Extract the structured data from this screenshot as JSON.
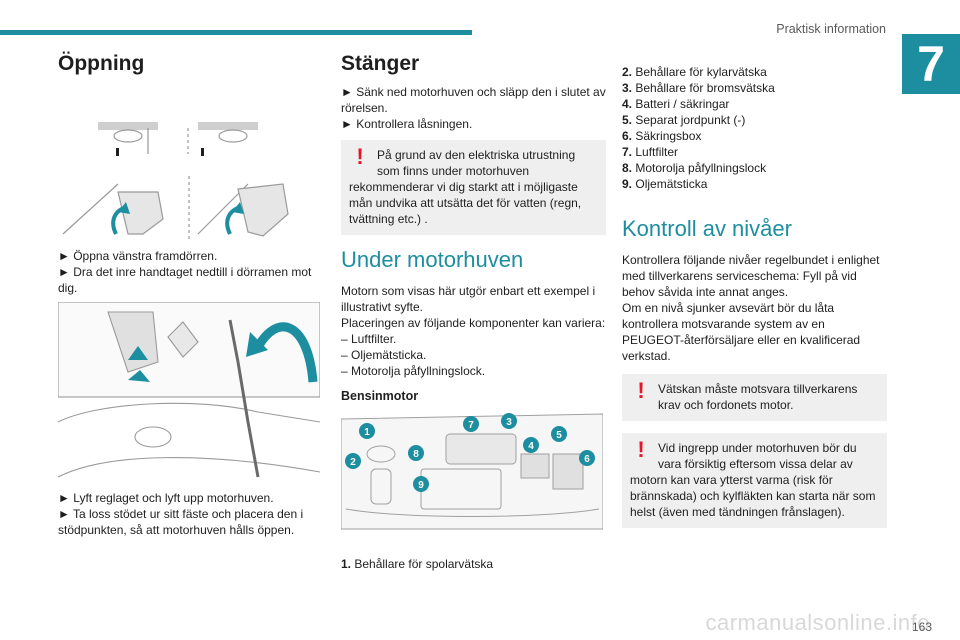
{
  "header": {
    "section": "Praktisk information",
    "chapter": "7"
  },
  "col1": {
    "heading": "Öppning",
    "steps1": [
      "► Öppna vänstra framdörren.",
      "► Dra det inre handtaget nedtill i dörramen mot dig."
    ],
    "steps2": [
      "► Lyft reglaget och lyft upp motorhuven.",
      "► Ta loss stödet ur sitt fäste och placera den i stödpunkten, så att motorhuven hålls öppen."
    ]
  },
  "col2": {
    "heading": "Stänger",
    "steps": [
      "► Sänk ned motorhuven och släpp den i slutet av rörelsen.",
      "► Kontrollera låsningen."
    ],
    "warning": "På grund av den elektriska utrustning som finns under motorhuven rekommenderar vi dig starkt att i möjligaste mån undvika att utsätta det för vatten (regn, tvättning etc.) .",
    "sub_heading": "Under motorhuven",
    "intro": [
      "Motorn som visas här utgör enbart ett exempel i illustrativt syfte.",
      "Placeringen av följande komponenter kan variera:",
      "– Luftfilter.",
      "– Oljemätsticka.",
      "– Motorolja påfyllningslock."
    ],
    "engine_heading": "Bensinmotor",
    "item1": {
      "num": "1.",
      "text": "Behållare för spolarvätska"
    },
    "callouts": [
      "1",
      "2",
      "3",
      "4",
      "5",
      "6",
      "7",
      "8",
      "9"
    ]
  },
  "col3": {
    "items": [
      {
        "num": "2.",
        "text": "Behållare för kylarvätska"
      },
      {
        "num": "3.",
        "text": "Behållare för bromsvätska"
      },
      {
        "num": "4.",
        "text": "Batteri / säkringar"
      },
      {
        "num": "5.",
        "text": "Separat jordpunkt (-)"
      },
      {
        "num": "6.",
        "text": "Säkringsbox"
      },
      {
        "num": "7.",
        "text": "Luftfilter"
      },
      {
        "num": "8.",
        "text": "Motorolja påfyllningslock"
      },
      {
        "num": "9.",
        "text": "Oljemätsticka"
      }
    ],
    "sub_heading": "Kontroll av nivåer",
    "para": [
      "Kontrollera följande nivåer regelbundet i enlighet med tillverkarens serviceschema: Fyll på vid behov såvida inte annat anges.",
      "Om en nivå sjunker avsevärt bör du låta kontrollera motsvarande system av en PEUGEOT-återförsäljare eller en kvalificerad verkstad."
    ],
    "warning1": "Vätskan måste motsvara tillverkarens krav och fordonets motor.",
    "warning2": "Vid ingrepp under motorhuven bör du vara försiktig eftersom vissa delar av motorn kan vara ytterst varma (risk för brännskada) och kylfläkten kan starta när som helst (även med tändningen frånslagen)."
  },
  "footer": {
    "page": "163",
    "watermark": "carmanualsonline.info"
  },
  "colors": {
    "accent": "#1d8ea0",
    "warning": "#e3162b"
  }
}
